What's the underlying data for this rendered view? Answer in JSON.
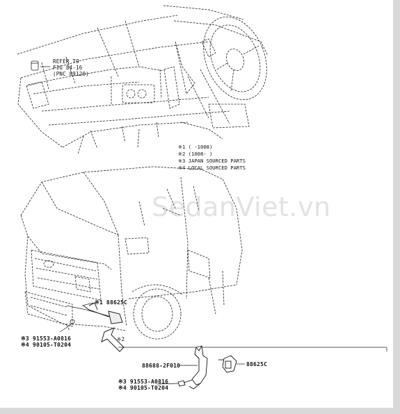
{
  "diagram": {
    "reference": {
      "line1": "REFER TO",
      "line2": "FIG 84-16",
      "line3": "(PNC 89120)"
    },
    "notes": [
      {
        "mark": "※1",
        "text": " (      -1008)"
      },
      {
        "mark": "※2",
        "text": " (1008-      )"
      },
      {
        "mark": "※3",
        "text": " JAPAN SOURCED PARTS"
      },
      {
        "mark": "※4",
        "text": " LOCAL SOURCED PARTS"
      }
    ],
    "parts": {
      "sensor_van": "※1 88625C",
      "mark_2": "※2",
      "bolt_van_3": "※3 91553-A0816",
      "bolt_van_4": "※4 90105-T0204",
      "bracket": "88688-2F010",
      "sensor_detail": "88625C",
      "bolt_detail_3": "※3 91553-A0816",
      "bolt_detail_4": "※4 90105-T0204"
    },
    "watermark": "SedanViet.vn"
  }
}
